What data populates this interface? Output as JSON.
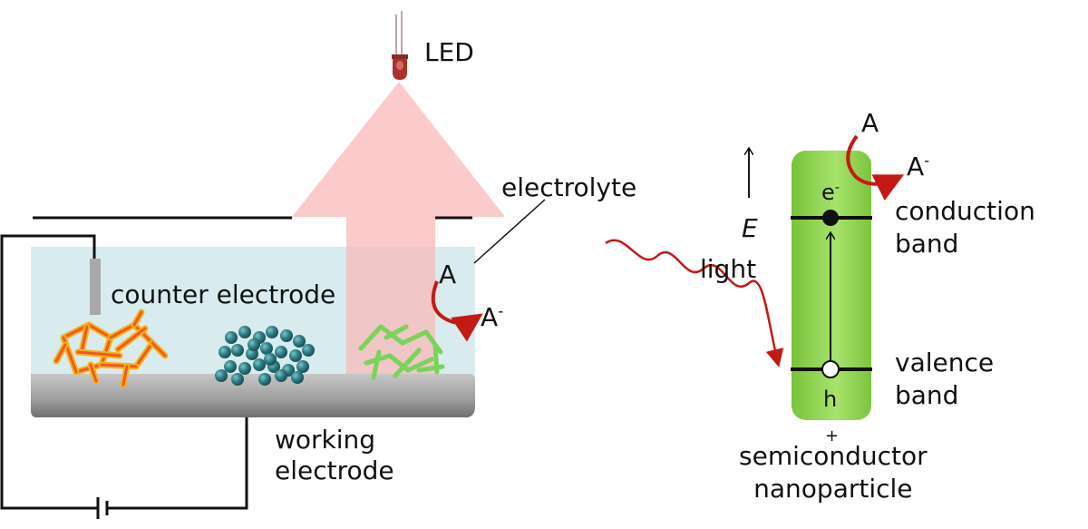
{
  "labels": {
    "led": "LED",
    "electrolyte": "electrolyte",
    "counter_electrode": "counter electrode",
    "working_electrode": "working\nelectrode",
    "acceptor": "A",
    "acceptor_reduced": "A",
    "charge_minus": "-",
    "light": "light",
    "energy_axis": "E",
    "electron": "e",
    "hole": "h",
    "hole_charge": "+",
    "conduction_band": "conduction\nband",
    "valence_band": "valence\nband",
    "semiconductor_nanoparticle": "semiconductor\nnanoparticle"
  },
  "colors": {
    "light_cone": "#f8b9b8",
    "electrolyte": "#d8ecef",
    "electrode": "#a9a9a9",
    "particle": "#8fd64a",
    "arrow_red": "#c41a14",
    "sphere": "#2f7f86",
    "rods_green": "#7ad35a",
    "crystals": "#f57c21"
  }
}
